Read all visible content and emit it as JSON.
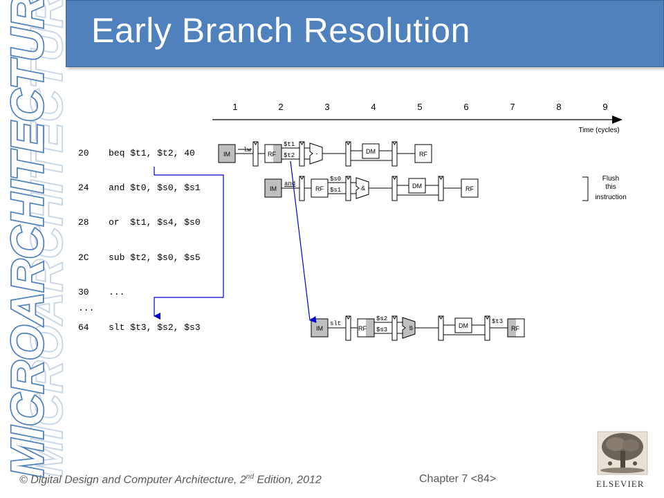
{
  "slide": {
    "title": "Early Branch Resolution",
    "sidebar_text": "MICROARCHITECTURE"
  },
  "timeline": {
    "cycles": [
      "1",
      "2",
      "3",
      "4",
      "5",
      "6",
      "7",
      "8",
      "9"
    ],
    "axis_label": "Time (cycles)"
  },
  "code": [
    {
      "addr": "20",
      "instr": "beq $t1, $t2, 40"
    },
    {
      "addr": "24",
      "instr": "and $t0, $s0, $s1"
    },
    {
      "addr": "28",
      "instr": "or  $t1, $s4, $s0"
    },
    {
      "addr": "2C",
      "instr": "sub $t2, $s0, $s5"
    },
    {
      "addr": "30",
      "instr": "..."
    },
    {
      "addr": "...",
      "instr": ""
    },
    {
      "addr": "64",
      "instr": "slt $t3, $s2, $s3"
    }
  ],
  "stages": {
    "im": "IM",
    "rf": "RF",
    "dm": "DM"
  },
  "pipeline_labels": {
    "beq_op": "lw",
    "beq_r1": "$t1",
    "beq_r2": "$t2",
    "beq_alu": "-",
    "and_op": "and",
    "and_r1": "$s0",
    "and_r2": "$s1",
    "and_alu": "&",
    "slt_op": "slt",
    "slt_r1": "$s2",
    "slt_r2": "$s3",
    "slt_alu": "slt",
    "slt_wb": "$t3"
  },
  "flush_note": [
    "Flush",
    "this",
    "instruction"
  ],
  "footer": {
    "copyright_pre": "© Digital Design and Computer Architecture, 2",
    "copyright_sup": "nd",
    "copyright_post": " Edition, 2012",
    "chapter": "Chapter 7 <84>",
    "publisher": "ELSEVIER"
  },
  "colors": {
    "title_bg": "#4f81bd",
    "sidebar": "#4f81bd",
    "arrow_blue": "#0000cc"
  }
}
